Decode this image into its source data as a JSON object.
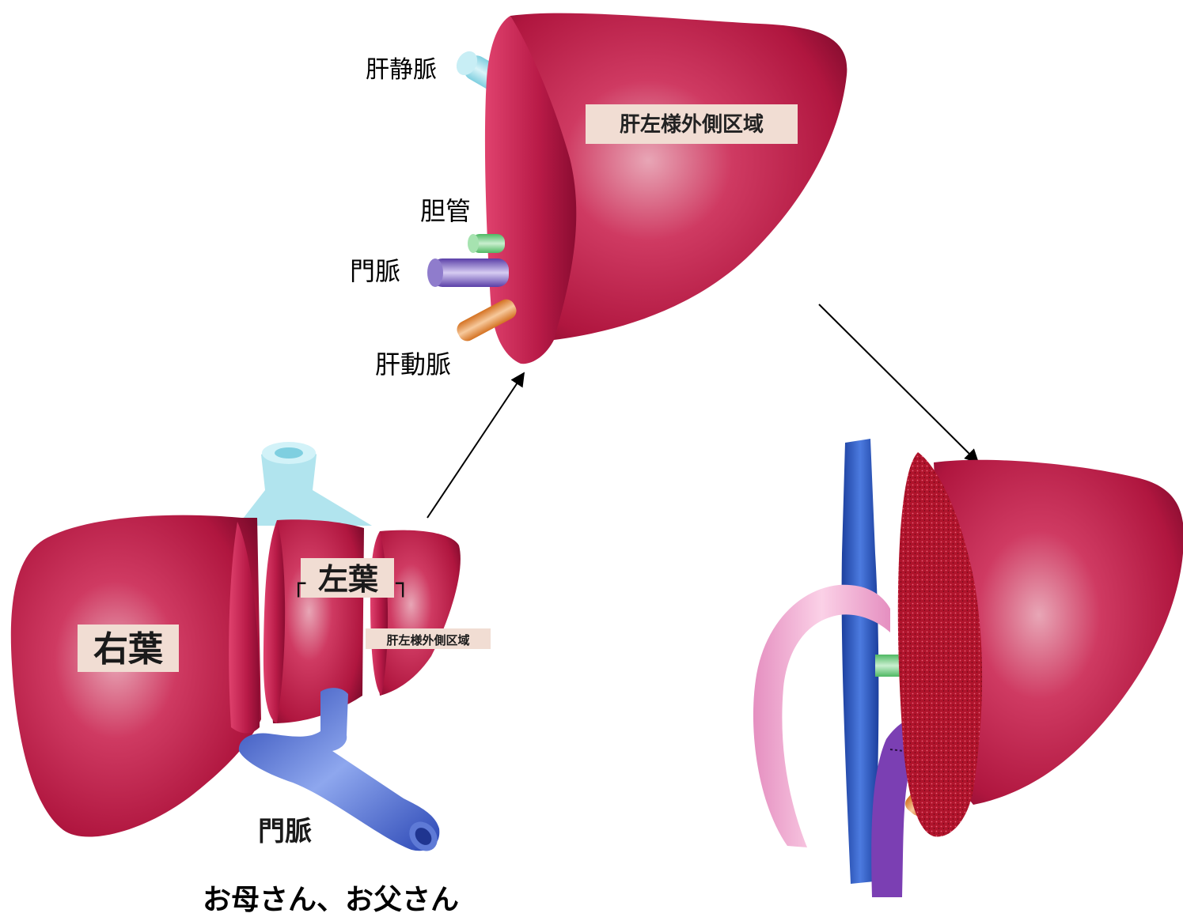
{
  "top_graft": {
    "hepatic_vein": "肝静脈",
    "segment_label": "肝左様外側区域",
    "bile_duct": "胆管",
    "portal_vein": "門脈",
    "hepatic_artery": "肝動脈"
  },
  "donor_liver": {
    "right_lobe": "右葉",
    "left_lobe": "左葉",
    "segment_label": "肝左様外側区域",
    "portal_vein": "門脈",
    "caption": "お母さん、お父さん"
  },
  "colors": {
    "liver": "#c41f4f",
    "liver_dark": "#8e0f33",
    "label_bg": "#f1ddd3",
    "hepatic_vein": "#a9e1ec",
    "bile_duct": "#7fd18a",
    "portal_vein": "#7b5fc9",
    "hepatic_artery": "#e08a3a",
    "donor_portal_vein": "#2e4fc0",
    "recipient_ivc": "#2a58c8",
    "recipient_aorta": "#f2a6cf",
    "recipient_raw_surface": "#b0142c"
  }
}
